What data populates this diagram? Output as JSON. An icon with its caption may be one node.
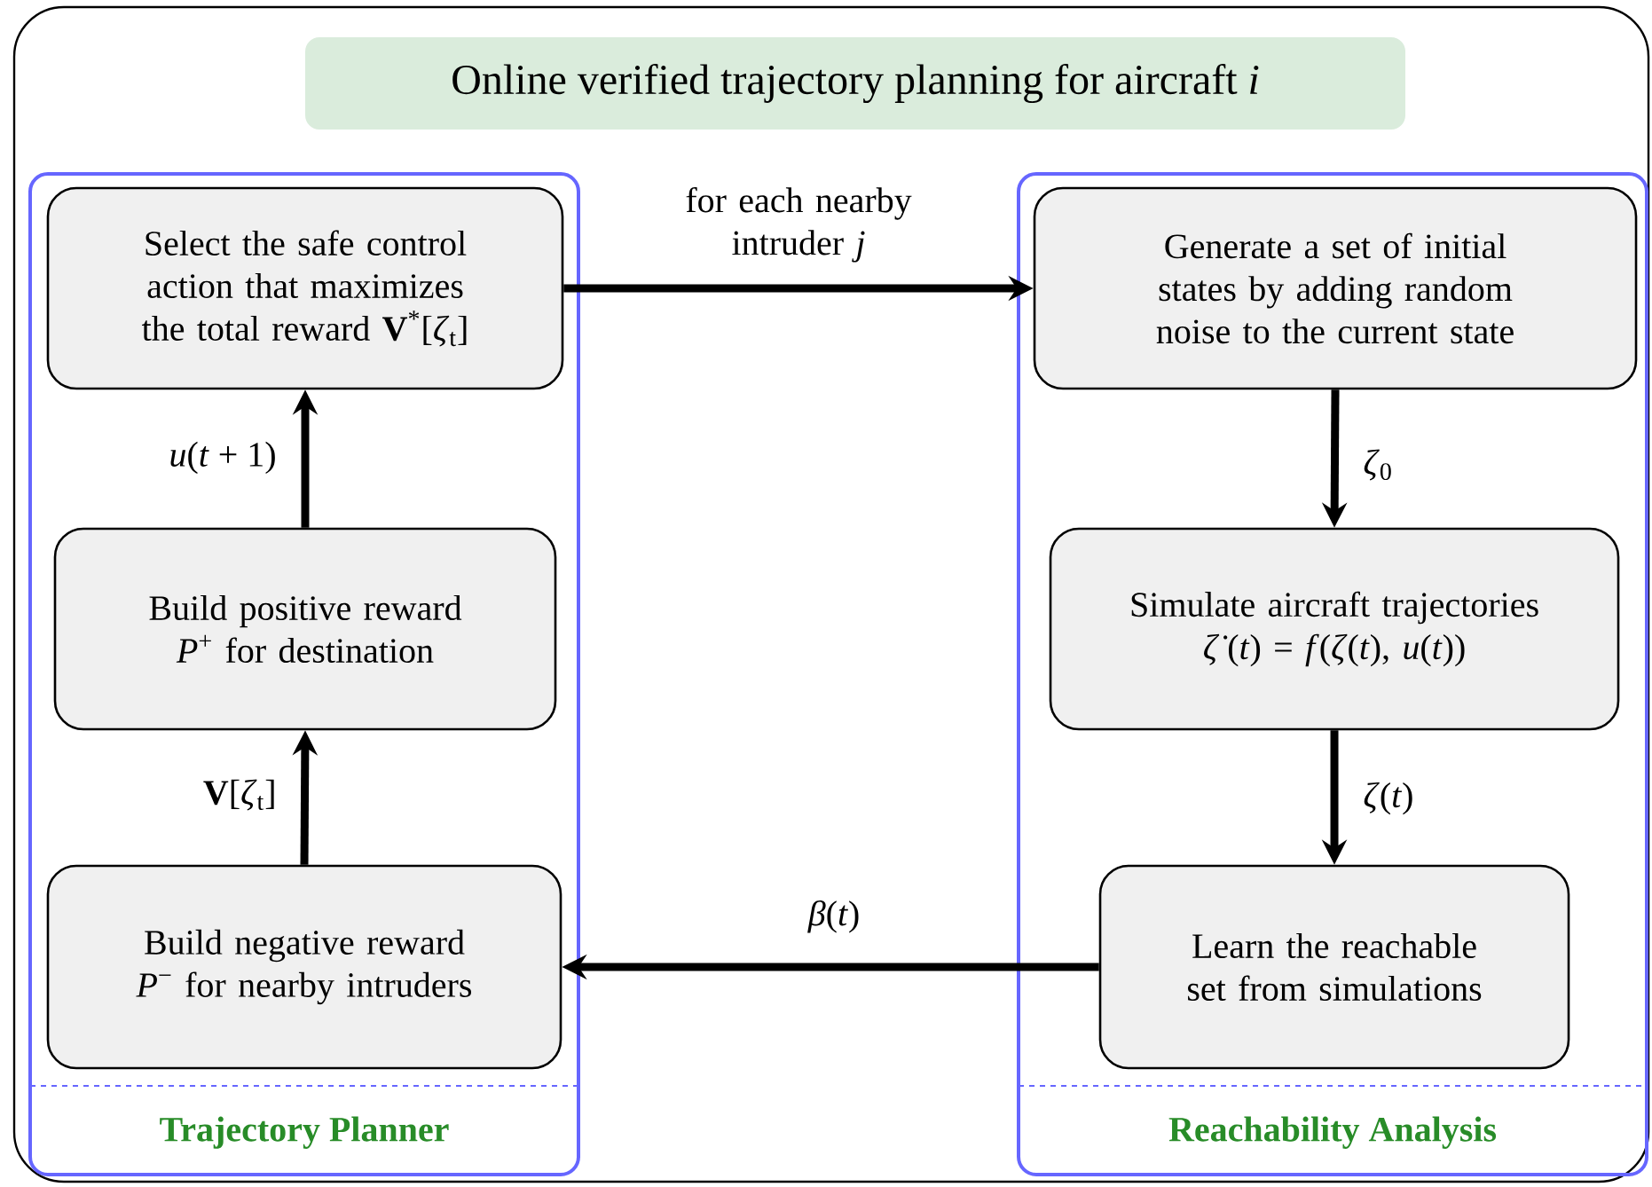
{
  "diagram": {
    "title": "Online verified trajectory planning for aircraft *i*",
    "nodes": [
      {
        "text": [
          "Trajectory Planner"
        ]
      },
      {
        "text": [
          "Select the safe control action that maximizes the total reward **V**$^{*}$[*ζ*$_{t}$]"
        ],
        "in": 0
      },
      {
        "text": [
          "Build positive reward *P*$^{+}$ for destination"
        ],
        "in": 0
      },
      {
        "text": [
          "Build negative reward *P*$^{−}$ for nearby intruders"
        ],
        "in": 0
      },
      {
        "text": [
          "Reachability Analysis"
        ]
      },
      {
        "text": [
          "Generate a set of initial states by adding random noise to the current state"
        ],
        "in": 4
      },
      {
        "text": [
          "Simulate aircraft trajectories *ζ̇*(*t*) = *f*(*ζ*(*t*), *u*(*t*))"
        ],
        "in": 4
      },
      {
        "text": [
          "Learn the reachable set from simulations"
        ],
        "in": 4
      }
    ],
    "edges": [
      {
        "from": 1,
        "to": 5,
        "arrow": "to",
        "label": "for each nearby intruder *j*"
      },
      {
        "from": 5,
        "to": 6,
        "arrow": "to",
        "label": "*ζ*$_{0}$"
      },
      {
        "from": 6,
        "to": 7,
        "arrow": "to",
        "label": "*ζ*(*t*)"
      },
      {
        "from": 7,
        "to": 3,
        "arrow": "to",
        "label": "*β*(*t*)"
      },
      {
        "from": 3,
        "to": 2,
        "arrow": "to",
        "label": "**V**[*ζ*$_{t}$]"
      },
      {
        "from": 2,
        "to": 1,
        "arrow": "to",
        "label": "*u*(*t* + 1)"
      }
    ]
  }
}
